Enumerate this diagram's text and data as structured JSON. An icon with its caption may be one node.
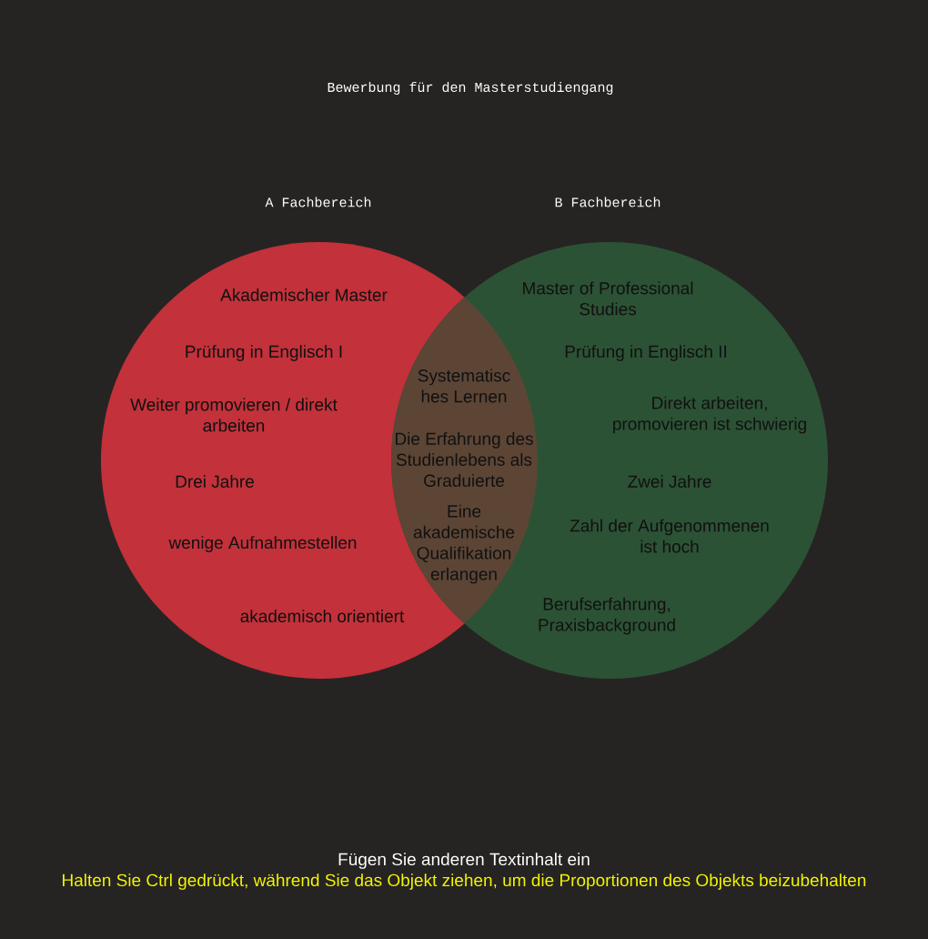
{
  "diagram": {
    "title": "Bewerbung für den Masterstudiengang",
    "nodes": [
      {
        "text": [
          "A Fachbereich",
          "Akademischer Master",
          "Prüfung in Englisch I",
          "Weiter promovieren / direkt arbeiten",
          "Drei Jahre",
          "wenige Aufnahmestellen",
          "akademisch orientiert"
        ]
      },
      {
        "text": [
          "B Fachbereich",
          "Master of Professional Studies",
          "Prüfung in Englisch II",
          "Direkt arbeiten, promovieren ist schwierig",
          "Zwei Jahre",
          "Zahl der Aufgenommenen ist hoch",
          "Berufserfahrung, Praxisbackground"
        ]
      },
      {
        "text": [
          "Systematisc hes Lernen",
          "Die Erfahrung des Studienlebens als Graduierte",
          "Eine akademische Qualifikation erlangen"
        ]
      }
    ],
    "labels": [
      "Fügen Sie anderen Textinhalt ein",
      "Halten Sie Ctrl gedrückt, während Sie das Objekt ziehen, um die Proportionen des Objekts beizubehalten"
    ]
  }
}
